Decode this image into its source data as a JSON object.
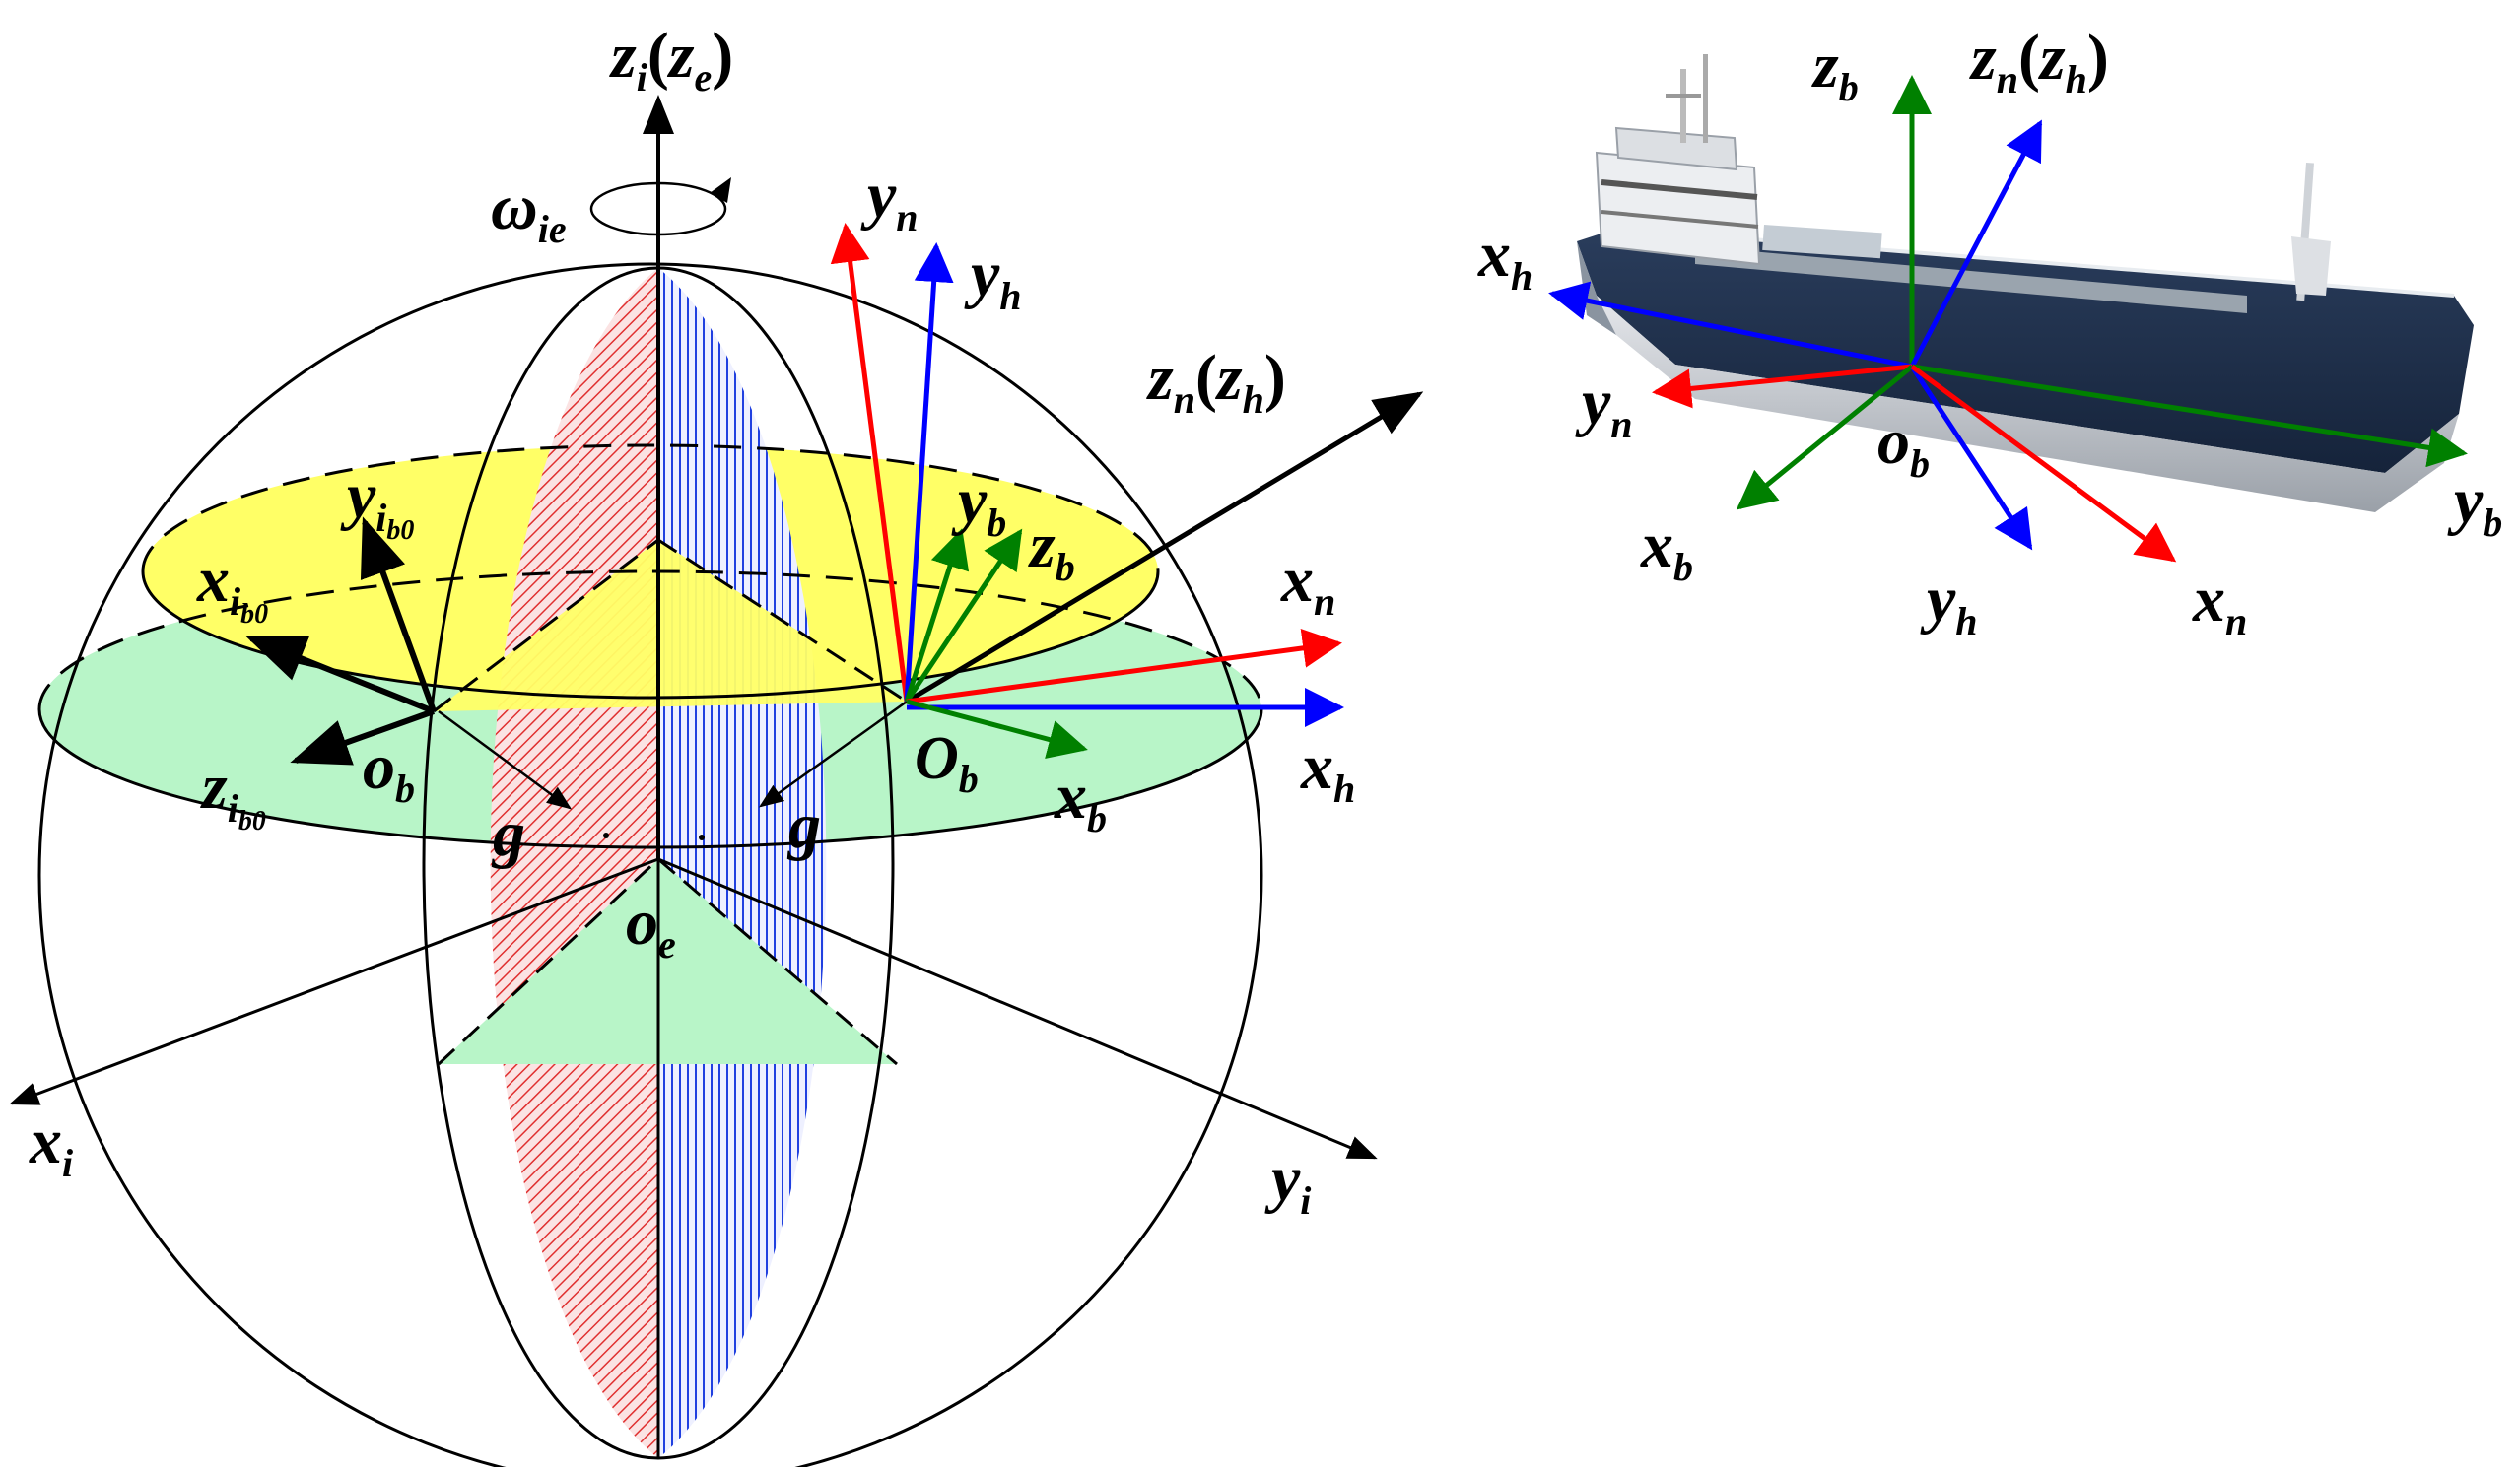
{
  "colors": {
    "red": "#ff0000",
    "blue": "#0000ff",
    "green": "#008000",
    "black": "#000000",
    "yellow": "#ffff66",
    "mint": "#b8f5c8",
    "hatch_red": "#e03030",
    "hatch_blue": "#2040e0",
    "hull_dark": "#1e2f4a",
    "hull_light": "#c8ccd2"
  },
  "icons": {
    "rotation": "rotation-arrow-icon",
    "ship": "tanker-ship-icon"
  },
  "left": {
    "z_i": "z",
    "z_i_sub": "i",
    "z_e": "z",
    "z_e_sub": "e",
    "omega": "ω",
    "omega_sub": "ie",
    "y_n": "y",
    "y_n_sub": "n",
    "y_h": "y",
    "y_h_sub": "h",
    "z_n": "z",
    "z_n_sub": "n",
    "z_h": "z",
    "z_h_sub": "h",
    "y_ib0": "y",
    "y_ib0_sub": "i",
    "y_ib0_subsub": "b0",
    "x_ib0": "x",
    "x_ib0_sub": "i",
    "x_ib0_subsub": "b0",
    "z_ib0": "z",
    "z_ib0_sub": "i",
    "z_ib0_subsub": "b0",
    "o_b_left": "o",
    "o_b_left_sub": "b",
    "g_left": "g",
    "g_right": "g",
    "o_e": "o",
    "o_e_sub": "e",
    "o_b_right": "O",
    "o_b_right_sub": "b",
    "y_b": "y",
    "y_b_sub": "b",
    "z_b": "z",
    "z_b_sub": "b",
    "x_n": "x",
    "x_n_sub": "n",
    "x_h": "x",
    "x_h_sub": "h",
    "x_b": "x",
    "x_b_sub": "b",
    "x_i": "x",
    "x_i_sub": "i",
    "y_i": "y",
    "y_i_sub": "i"
  },
  "right": {
    "z_b": "z",
    "z_b_sub": "b",
    "z_n": "z",
    "z_n_sub": "n",
    "z_h": "z",
    "z_h_sub": "h",
    "x_h": "x",
    "x_h_sub": "h",
    "y_n": "y",
    "y_n_sub": "n",
    "o_b": "o",
    "o_b_sub": "b",
    "y_b": "y",
    "y_b_sub": "b",
    "x_b": "x",
    "x_b_sub": "b",
    "y_h": "y",
    "y_h_sub": "h",
    "x_n": "x",
    "x_n_sub": "n"
  }
}
